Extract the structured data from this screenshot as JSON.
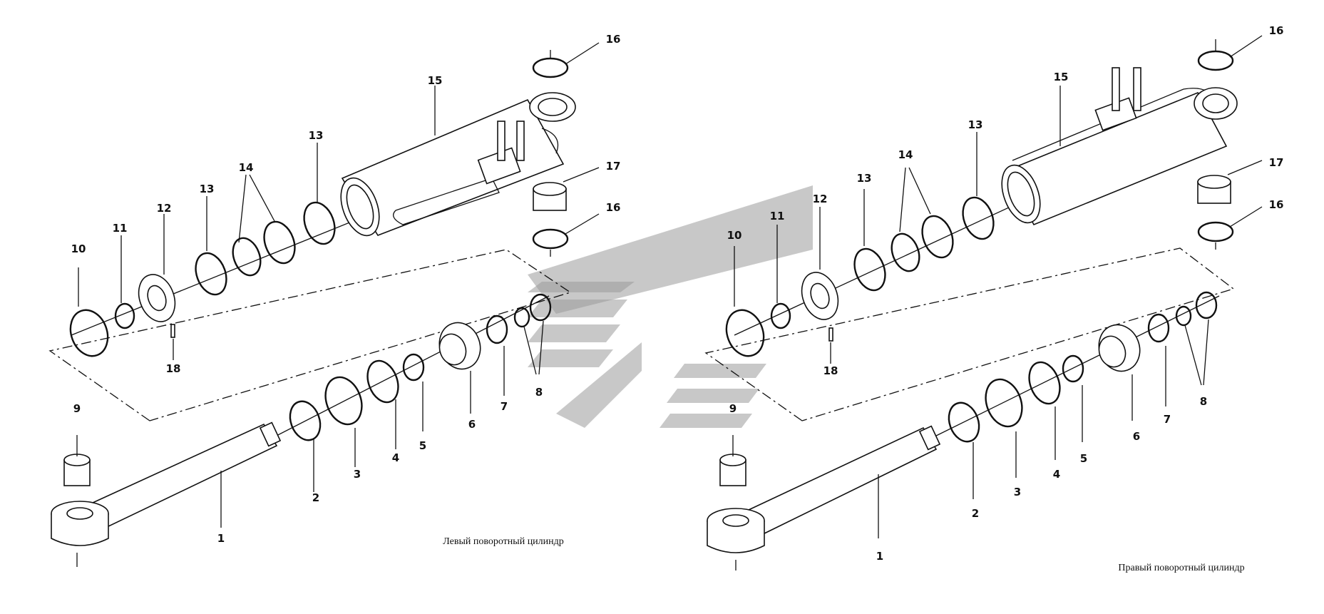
{
  "captions": {
    "left": "Левый поворотный цилиндр",
    "right": "Правый поворотный цилиндр"
  },
  "labels": {
    "l1": "1",
    "l2": "2",
    "l3": "3",
    "l4": "4",
    "l5": "5",
    "l6": "6",
    "l7": "7",
    "l8": "8",
    "l9": "9",
    "l10": "10",
    "l11": "11",
    "l12": "12",
    "l13a": "13",
    "l13b": "13",
    "l14": "14",
    "l15": "15",
    "l16a": "16",
    "l16b": "16",
    "l17": "17",
    "l18": "18",
    "r1": "1",
    "r2": "2",
    "r3": "3",
    "r4": "4",
    "r5": "5",
    "r6": "6",
    "r7": "7",
    "r8": "8",
    "r9": "9",
    "r10": "10",
    "r11": "11",
    "r12": "12",
    "r13a": "13",
    "r13b": "13",
    "r14": "14",
    "r15": "15",
    "r16a": "16",
    "r16b": "16",
    "r17": "17",
    "r18": "18"
  }
}
